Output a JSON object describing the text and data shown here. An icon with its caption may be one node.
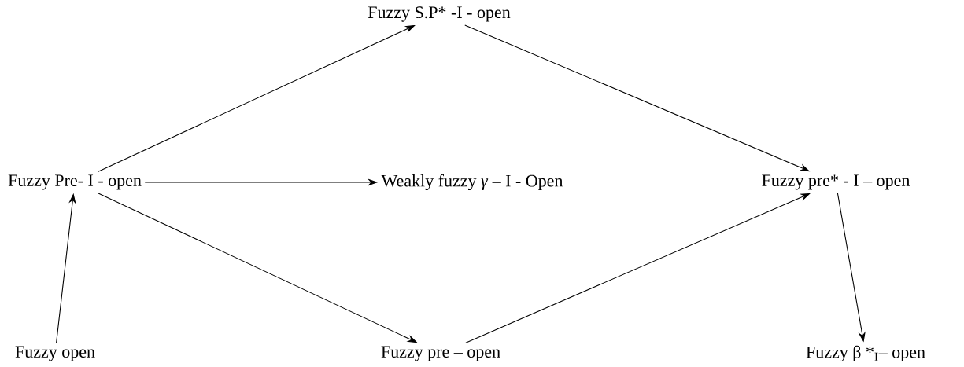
{
  "diagram": {
    "nodes": [
      {
        "text": [
          "Fuzzy S.P* -I - open"
        ]
      },
      {
        "text": [
          "Fuzzy Pre- I - open"
        ]
      },
      {
        "text": [
          "Weakly fuzzy *γ* – I - Open"
        ]
      },
      {
        "text": [
          "Fuzzy pre* - I – open"
        ]
      },
      {
        "text": [
          "Fuzzy open"
        ]
      },
      {
        "text": [
          "Fuzzy pre – open"
        ]
      },
      {
        "text": [
          "Fuzzy β *$_{I}$– open"
        ]
      }
    ],
    "edges": [
      {
        "from": 1,
        "to": 0,
        "arrow": "to"
      },
      {
        "from": 0,
        "to": 3,
        "arrow": "to"
      },
      {
        "from": 1,
        "to": 2,
        "arrow": "to"
      },
      {
        "from": 1,
        "to": 5,
        "arrow": "to"
      },
      {
        "from": 5,
        "to": 3,
        "arrow": "to"
      },
      {
        "from": 3,
        "to": 6,
        "arrow": "to"
      },
      {
        "from": 4,
        "to": 1,
        "arrow": "to"
      }
    ]
  }
}
